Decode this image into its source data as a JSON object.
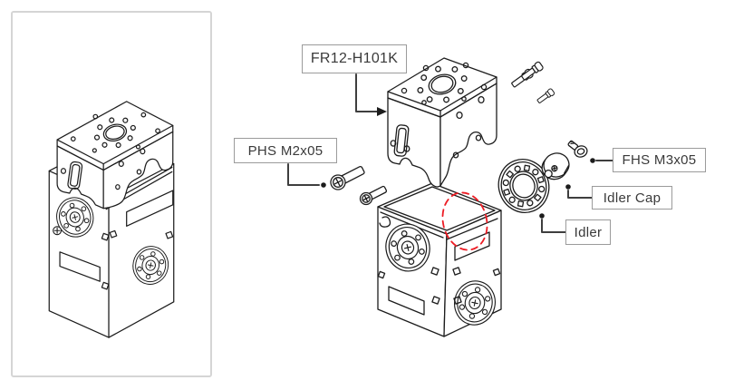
{
  "diagram": {
    "kind": "exploded-assembly-instruction",
    "views": {
      "left_panel": "assembled unit line drawing",
      "right_area": "exploded parts line drawing"
    },
    "highlight": {
      "shape": "dashed-ellipse",
      "color": "#ed1c24"
    }
  },
  "labels": {
    "frame": "FR12-H101K",
    "phs_screw": "PHS M2x05",
    "fhs_screw": "FHS M3x05",
    "idler_cap": "Idler Cap",
    "idler": "Idler"
  },
  "colors": {
    "background": "#ffffff",
    "line_art": "#1c1c1c",
    "leader_line": "#3e3e3e",
    "label_border": "#9b9b9b",
    "label_text": "#3a3a3a",
    "panel_border": "#d5d5d5",
    "highlight_red": "#ed1c24"
  }
}
